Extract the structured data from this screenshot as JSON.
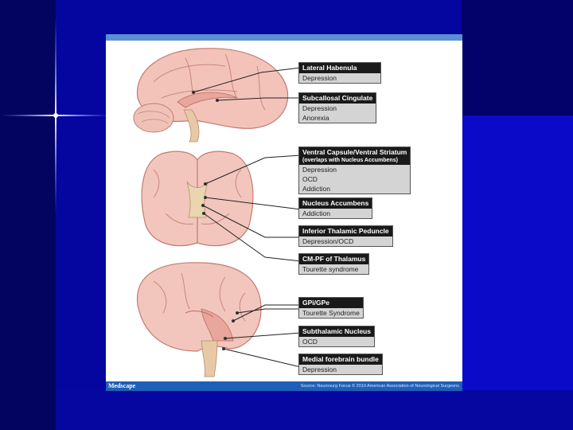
{
  "figure": {
    "logo": "Medscape",
    "source": "Source: Neurosurg Focus © 2010 American Association of Neurological Surgeons"
  },
  "labels": [
    {
      "title": "Lateral Habenula",
      "items": [
        "Depression"
      ]
    },
    {
      "title": "Subcallosal Cingulate",
      "items": [
        "Depression",
        "Anorexia"
      ]
    },
    {
      "title": "Ventral Capsule/Ventral Striatum",
      "subtitle": "(overlaps with Nucleus Accumbens)",
      "items": [
        "Depression",
        "OCD",
        "Addiction"
      ]
    },
    {
      "title": "Nucleus Accumbens",
      "items": [
        "Addiction"
      ]
    },
    {
      "title": "Inferior Thalamic Peduncle",
      "items": [
        "Depression/OCD"
      ]
    },
    {
      "title": "CM-PF of Thalamus",
      "items": [
        "Tourette syndrome"
      ]
    },
    {
      "title": "GPi/GPe",
      "items": [
        "Tourette Syndrome"
      ]
    },
    {
      "title": "Subthalamic Nucleus",
      "items": [
        "OCD"
      ]
    },
    {
      "title": "Medial forebrain bundle",
      "items": [
        "Depression"
      ]
    }
  ]
}
